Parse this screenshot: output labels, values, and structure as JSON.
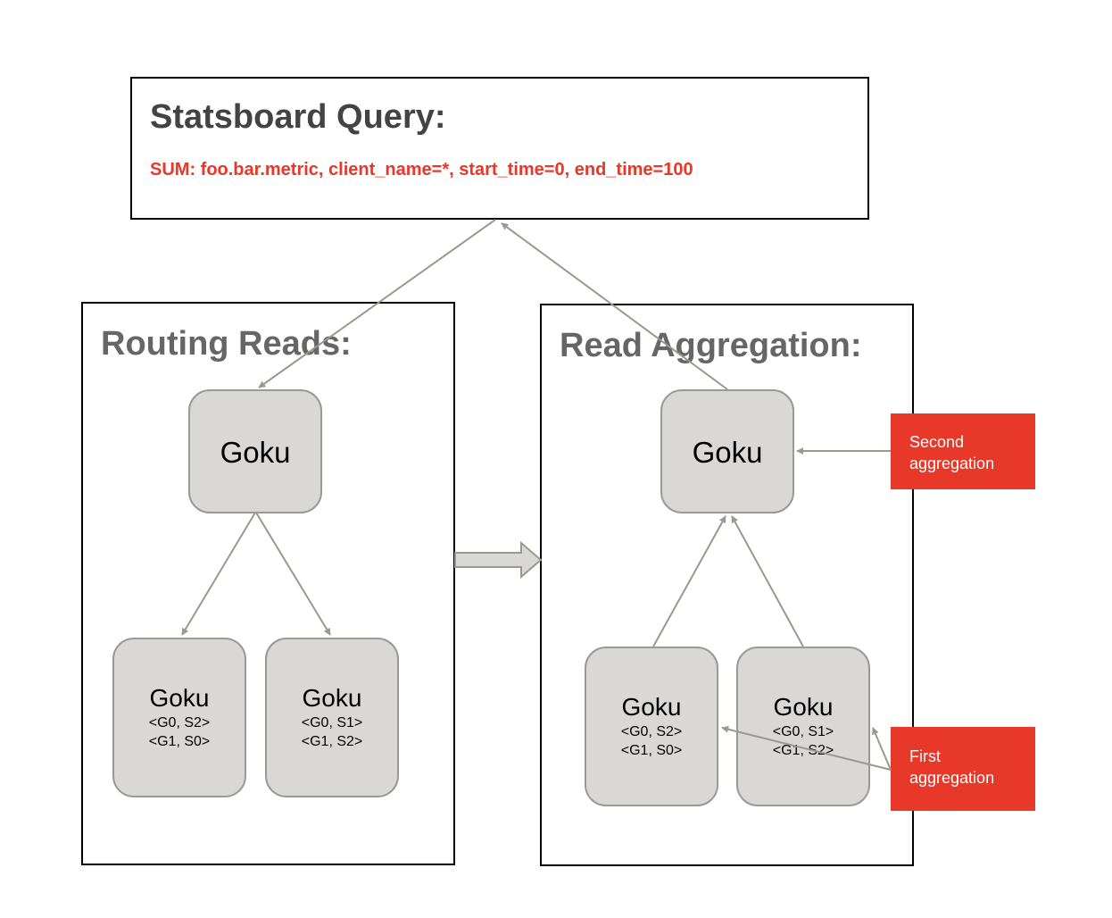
{
  "query": {
    "title": "Statsboard Query:",
    "text": "SUM: foo.bar.metric, client_name=*, start_time=0, end_time=100"
  },
  "routing": {
    "title": "Routing Reads:",
    "root": {
      "label": "Goku"
    },
    "leaves": [
      {
        "label": "Goku",
        "line1": "<G0, S2>",
        "line2": "<G1, S0>"
      },
      {
        "label": "Goku",
        "line1": "<G0, S1>",
        "line2": "<G1, S2>"
      }
    ]
  },
  "aggregation": {
    "title": "Read Aggregation:",
    "root": {
      "label": "Goku"
    },
    "leaves": [
      {
        "label": "Goku",
        "line1": "<G0, S2>",
        "line2": "<G1, S0>"
      },
      {
        "label": "Goku",
        "line1": "<G0, S1>",
        "line2": "<G1, S2>"
      }
    ],
    "callouts": {
      "second": {
        "line1": "Second",
        "line2": "aggregation"
      },
      "first": {
        "line1": "First",
        "line2": "aggregation"
      }
    }
  },
  "colors": {
    "accent": "#e8382a",
    "node_fill": "#d9d8d5",
    "node_border": "#999999",
    "arrow": "#999990",
    "title_gray": "#666666"
  }
}
